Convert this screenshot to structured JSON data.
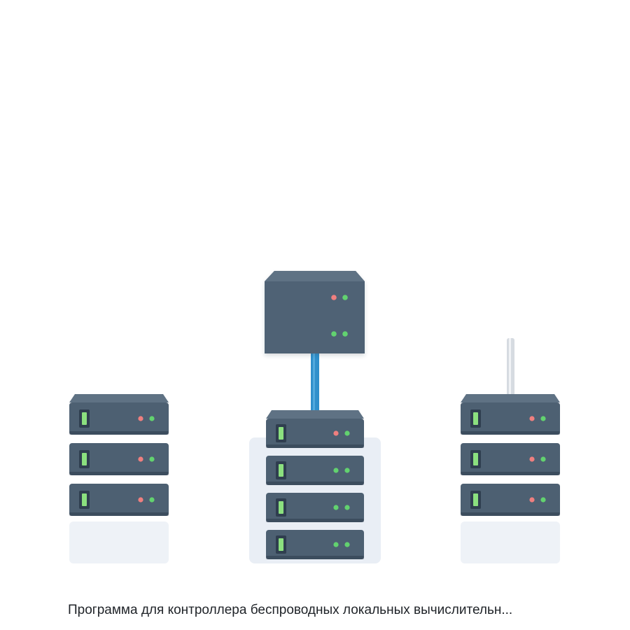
{
  "caption": {
    "text": "Программа для контроллера беспроводных локальных вычислительн..."
  },
  "colors": {
    "unit_body": "#4d6072",
    "unit_top": "#5f7284",
    "unit_front_dark": "#2f3e4f",
    "slot_fill": "#8be07f",
    "led_green": "#62d26f",
    "led_red": "#ef7f7f",
    "cable": "#2f8fcb",
    "platform": "#e9eef5",
    "antenna": "#d6dbe1"
  },
  "icons": {
    "left_stack": "server-rack-icon",
    "center_stack": "server-rack-icon",
    "right_stack": "wireless-server-rack-icon",
    "controller": "controller-box-icon"
  },
  "diagram": {
    "left_rack": {
      "unit_count": 3,
      "leds": [
        [
          "red",
          "green"
        ],
        [
          "red",
          "green"
        ],
        [
          "red",
          "green"
        ]
      ]
    },
    "center_rack": {
      "unit_count": 4,
      "leds": [
        [
          "red",
          "green"
        ],
        [
          "green",
          "green"
        ],
        [
          "green",
          "green"
        ],
        [
          "green",
          "green"
        ]
      ]
    },
    "right_rack": {
      "unit_count": 3,
      "leds": [
        [
          "red",
          "green"
        ],
        [
          "red",
          "green"
        ],
        [
          "red",
          "green"
        ]
      ],
      "has_antenna": true
    },
    "controller": {
      "led_rows": [
        [
          "red",
          "green"
        ],
        [
          "green",
          "green"
        ]
      ]
    }
  }
}
